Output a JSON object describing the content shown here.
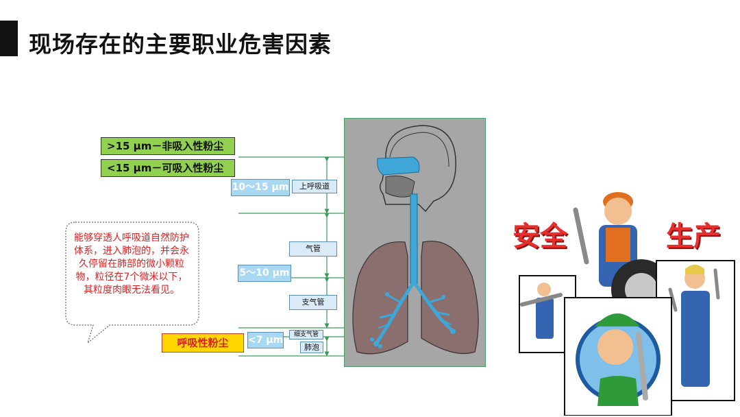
{
  "title": "现场存在的主要职业危害因素",
  "labels": {
    "non_inhalable": ">15 μm－非吸入性粉尘",
    "inhalable": "<15 μm－可吸入性粉尘",
    "respirable": "呼吸性粉尘"
  },
  "sizes": {
    "upper": "10～15 μm",
    "mid": "5～10 μm",
    "low": "<7 μm"
  },
  "parts": {
    "upper_airway": "上呼吸道",
    "trachea": "气管",
    "bronchus": "支气管",
    "bronchiole": "细支气管",
    "alveoli": "肺泡"
  },
  "bubble": {
    "text": "能够穿透人呼吸道自然防护体系，进入肺泡的，并会永久停留在肺部的微小颗粒物，粒径在7个微米以下，其粒度肉眼无法看见。"
  },
  "safety": {
    "left": "安全",
    "right": "生产"
  },
  "colors": {
    "label_green": "#92d050",
    "label_yellow": "#ffd700",
    "size_blue": "#a9d8f2",
    "airway_blue": "#3ea7d8",
    "safety_red": "#e63030"
  }
}
